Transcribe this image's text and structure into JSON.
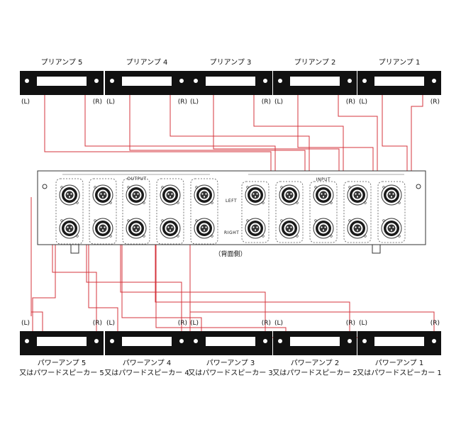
{
  "colors": {
    "wire": "#d4343c",
    "device_body": "#111111",
    "window": "#ffffff",
    "panel_stroke": "#333333",
    "connector_fill": "#1a1a1a"
  },
  "channel_labels": {
    "left": "(L)",
    "right": "(R)"
  },
  "preamps": [
    {
      "label": "プリアンプ 5"
    },
    {
      "label": "プリアンプ 4"
    },
    {
      "label": "プリアンプ 3"
    },
    {
      "label": "プリアンプ 2"
    },
    {
      "label": "プリアンプ 1"
    }
  ],
  "power_amps": [
    {
      "line1": "パワーアンプ 5",
      "line2": "又はパワードスピーカー 5"
    },
    {
      "line1": "パワーアンプ 4",
      "line2": "又はパワードスピーカー 4"
    },
    {
      "line1": "パワーアンプ 3",
      "line2": "又はパワードスピーカー 3"
    },
    {
      "line1": "パワーアンプ 2",
      "line2": "又はパワードスピーカー 2"
    },
    {
      "line1": "パワーアンプ 1",
      "line2": "又はパワードスピーカー 1"
    }
  ],
  "panel": {
    "output_label": "OUTPUT",
    "input_label": "INPUT",
    "left_label": "LEFT",
    "right_label": "RIGHT",
    "caption": "（背面側）",
    "output_connectors": 5,
    "input_connectors": 5
  }
}
